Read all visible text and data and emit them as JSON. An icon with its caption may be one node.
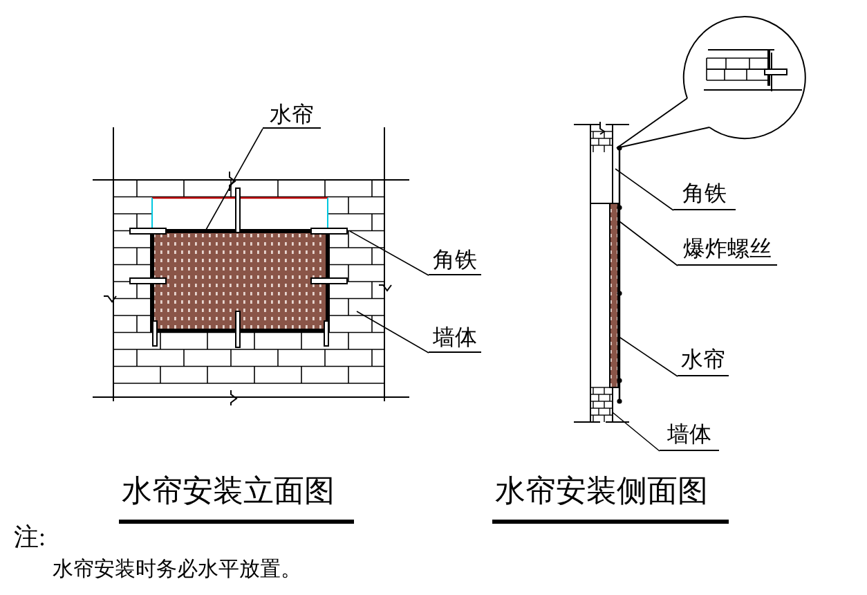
{
  "diagram": {
    "nodes": [
      {
        "text": [
          "水帘"
        ]
      },
      {
        "text": [
          "角铁"
        ]
      },
      {
        "text": [
          "墙体"
        ]
      },
      {
        "text": [
          "角铁"
        ]
      },
      {
        "text": [
          "爆炸螺丝"
        ]
      },
      {
        "text": [
          "水帘"
        ]
      },
      {
        "text": [
          "墙体"
        ]
      }
    ],
    "edges": [
      {
        "from": 0,
        "to": null,
        "arrow": "none"
      },
      {
        "from": 1,
        "to": null,
        "arrow": "none"
      },
      {
        "from": 2,
        "to": null,
        "arrow": "none"
      },
      {
        "from": 3,
        "to": null,
        "arrow": "none"
      },
      {
        "from": 4,
        "to": null,
        "arrow": "none"
      },
      {
        "from": 5,
        "to": null,
        "arrow": "none"
      },
      {
        "from": 6,
        "to": null,
        "arrow": "none"
      }
    ],
    "labels": [
      "水帘安装立面图",
      "水帘安装侧面图",
      "注:",
      "水帘安装时务必水平放置。"
    ]
  }
}
